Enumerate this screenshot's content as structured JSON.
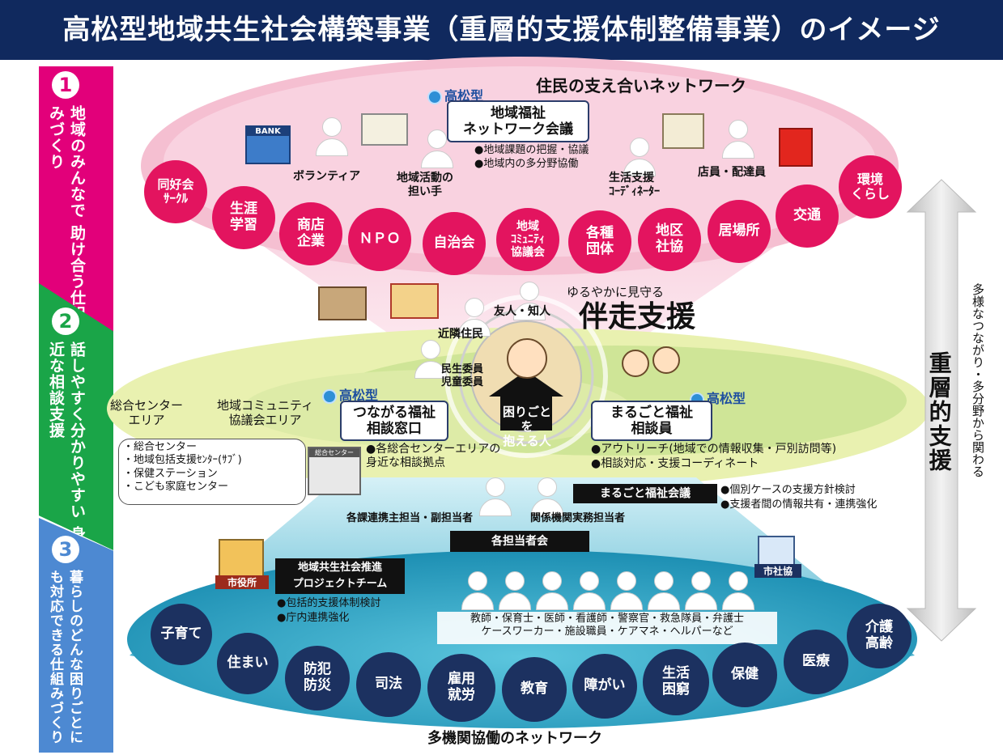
{
  "title": "高松型地域共生社会構築事業（重層的支援体制整備事業）のイメージ",
  "strips": [
    {
      "num": "1",
      "text": "地域のみんなで\n助け合う仕組みづくり"
    },
    {
      "num": "2",
      "text": "話しやすく分かりやすい\n身近な相談支援"
    },
    {
      "num": "3",
      "text": "暮らしのどんな困りごとに\nも対応できる仕組みづくり"
    }
  ],
  "top": {
    "brand": "高松型",
    "heading": "住民の支え合いネットワーク",
    "meeting": "地域福祉\nネットワーク会議",
    "bullets": [
      "●地域課題の把握・協議",
      "●地域内の多分野協働"
    ],
    "people": [
      "ボランティア",
      "地域活動の\n担い手",
      "生活支援\nｺｰﾃﾞｨﾈｰﾀｰ",
      "店員・配達員"
    ],
    "circles": [
      "同好会\nｻｰｸﾙ",
      "生涯\n学習",
      "商店\n企業",
      "ＮＰＯ",
      "自治会",
      "地域\nｺﾐｭﾆﾃｨ\n協議会",
      "各種\n団体",
      "地区\n社協",
      "居場所",
      "交通",
      "環境\nくらし"
    ],
    "bank_label": "BANK"
  },
  "middle": {
    "gentle": "ゆるやかに見守る",
    "accompany": "伴走支援",
    "friends": "友人・知人",
    "neighbors": "近隣住民",
    "commissioner": "民生委員\n児童委員",
    "center_person": "困りごとを\n抱える人",
    "area_general": "総合センター\nエリア",
    "area_community": "地域コミュニティ\n協議会エリア",
    "brand_left": "高松型",
    "brand_right": "高松型",
    "window": "つながる福祉\n相談窓口",
    "window_note": "●各総合センターエリアの\n身近な相談拠点",
    "facilities": "・総合センター\n・地域包括支援ｾﾝﾀｰ(ｻﾌﾞ)\n・保健ステーション\n・こども家庭センター",
    "facility_sign": "総合センター",
    "staff": "まるごと福祉\n相談員",
    "staff_notes": [
      "●アウトリーチ(地域での情報収集・戸別訪問等)",
      "●相談対応・支援コーディネート"
    ],
    "meeting": "まるごと福祉会議",
    "meeting_notes": [
      "●個別ケースの支援方針検討",
      "●支援者間の情報共有・連携強化"
    ],
    "liaison_left": "各課連携主担当・副担当者",
    "liaison_right": "関係機関実務担当者",
    "staff_meeting": "各担当者会"
  },
  "right": {
    "layered": "重層的支援",
    "diverse": "多様なつながり・多分野から関わる"
  },
  "bottom": {
    "city_hall": "市役所",
    "project": "地域共生社会推進\nプロジェクトチーム",
    "project_notes": [
      "●包括的支援体制検討",
      "●庁内連携強化"
    ],
    "social_council": "市社協",
    "professions": "教師・保育士・医師・看護師・警察官・救急隊員・弁護士\nケースワーカー・施設職員・ケアマネ・ヘルパーなど",
    "circles": [
      "子育て",
      "住まい",
      "防犯\n防災",
      "司法",
      "雇用\n就労",
      "教育",
      "障がい",
      "生活\n困窮",
      "保健",
      "医療",
      "介護\n高齢"
    ],
    "heading": "多機関協働のネットワーク"
  },
  "colors": {
    "navy": "#10295e",
    "pink": "#e3145f",
    "green": "#1aa548",
    "blue": "#4d89d2"
  }
}
